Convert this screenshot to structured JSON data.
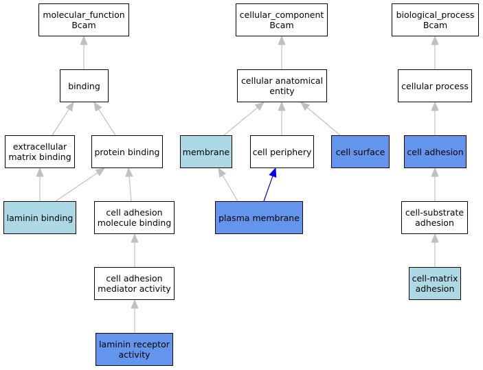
{
  "colors": {
    "default_fill": "#ffffff",
    "light_fill": "#add8e6",
    "dark_fill": "#6495ed",
    "edge_gray": "#c0c0c0",
    "edge_blue": "#0000ee"
  },
  "nodes": {
    "molecular_function": {
      "label": "molecular_function\nBcam",
      "fill": "default"
    },
    "binding": {
      "label": "binding",
      "fill": "default"
    },
    "extracellular_matrix_binding": {
      "label": "extracellular\nmatrix binding",
      "fill": "default"
    },
    "protein_binding": {
      "label": "protein binding",
      "fill": "default"
    },
    "laminin_binding": {
      "label": "laminin binding",
      "fill": "light"
    },
    "cell_adhesion_molecule_binding": {
      "label": "cell adhesion\nmolecule binding",
      "fill": "default"
    },
    "cell_adhesion_mediator_activity": {
      "label": "cell adhesion\nmediator activity",
      "fill": "default"
    },
    "laminin_receptor_activity": {
      "label": "laminin receptor\nactivity",
      "fill": "dark"
    },
    "cellular_component": {
      "label": "cellular_component\nBcam",
      "fill": "default"
    },
    "cellular_anatomical_entity": {
      "label": "cellular anatomical\nentity",
      "fill": "default"
    },
    "membrane": {
      "label": "membrane",
      "fill": "light"
    },
    "cell_periphery": {
      "label": "cell periphery",
      "fill": "default"
    },
    "cell_surface": {
      "label": "cell surface",
      "fill": "dark"
    },
    "plasma_membrane": {
      "label": "plasma membrane",
      "fill": "dark"
    },
    "biological_process": {
      "label": "biological_process\nBcam",
      "fill": "default"
    },
    "cellular_process": {
      "label": "cellular process",
      "fill": "default"
    },
    "cell_adhesion": {
      "label": "cell adhesion",
      "fill": "dark"
    },
    "cell_substrate_adhesion": {
      "label": "cell-substrate\nadhesion",
      "fill": "default"
    },
    "cell_matrix_adhesion": {
      "label": "cell-matrix\nadhesion",
      "fill": "light"
    }
  },
  "edges": [
    {
      "from": "binding",
      "to": "molecular_function",
      "color": "gray"
    },
    {
      "from": "extracellular_matrix_binding",
      "to": "binding",
      "color": "gray"
    },
    {
      "from": "protein_binding",
      "to": "binding",
      "color": "gray"
    },
    {
      "from": "laminin_binding",
      "to": "extracellular_matrix_binding",
      "color": "gray"
    },
    {
      "from": "laminin_binding",
      "to": "protein_binding",
      "color": "gray"
    },
    {
      "from": "cell_adhesion_molecule_binding",
      "to": "protein_binding",
      "color": "gray"
    },
    {
      "from": "cell_adhesion_mediator_activity",
      "to": "cell_adhesion_molecule_binding",
      "color": "gray"
    },
    {
      "from": "laminin_receptor_activity",
      "to": "cell_adhesion_mediator_activity",
      "color": "gray"
    },
    {
      "from": "cellular_anatomical_entity",
      "to": "cellular_component",
      "color": "gray"
    },
    {
      "from": "membrane",
      "to": "cellular_anatomical_entity",
      "color": "gray"
    },
    {
      "from": "cell_periphery",
      "to": "cellular_anatomical_entity",
      "color": "gray"
    },
    {
      "from": "cell_surface",
      "to": "cellular_anatomical_entity",
      "color": "gray"
    },
    {
      "from": "plasma_membrane",
      "to": "membrane",
      "color": "gray"
    },
    {
      "from": "plasma_membrane",
      "to": "cell_periphery",
      "color": "blue"
    },
    {
      "from": "cellular_process",
      "to": "biological_process",
      "color": "gray"
    },
    {
      "from": "cell_adhesion",
      "to": "cellular_process",
      "color": "gray"
    },
    {
      "from": "cell_substrate_adhesion",
      "to": "cell_adhesion",
      "color": "gray"
    },
    {
      "from": "cell_matrix_adhesion",
      "to": "cell_substrate_adhesion",
      "color": "gray"
    }
  ]
}
